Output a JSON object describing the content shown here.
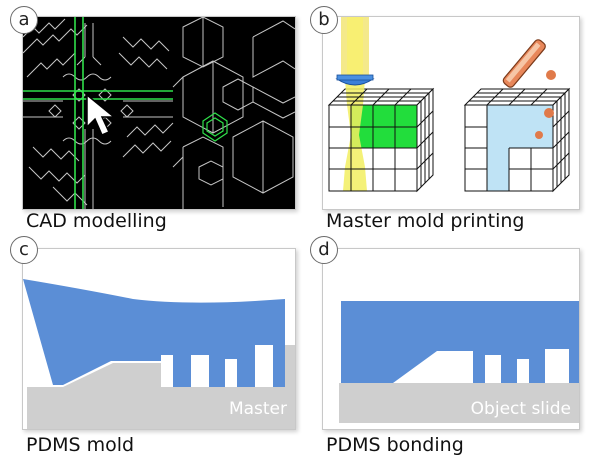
{
  "panels": {
    "a": {
      "letter": "a",
      "caption": "CAD modelling"
    },
    "b": {
      "letter": "b",
      "caption": "Master mold printing"
    },
    "c": {
      "letter": "c",
      "caption": "PDMS mold",
      "inner_label": "Master"
    },
    "d": {
      "letter": "d",
      "caption": "PDMS bonding",
      "inner_label": "Object slide"
    }
  },
  "colors": {
    "pdms_blue": "#5b8ed6",
    "substrate_gray": "#cfcfcf",
    "print_green": "#22dd3c",
    "light_yellow": "#f2ef60",
    "channel_blue": "#bfe3f5",
    "cad_line_green": "#2fe04a",
    "cad_background": "#000000"
  },
  "icons": [
    "mouse-cursor-icon",
    "projector-lamp-icon",
    "pipette-icon"
  ]
}
